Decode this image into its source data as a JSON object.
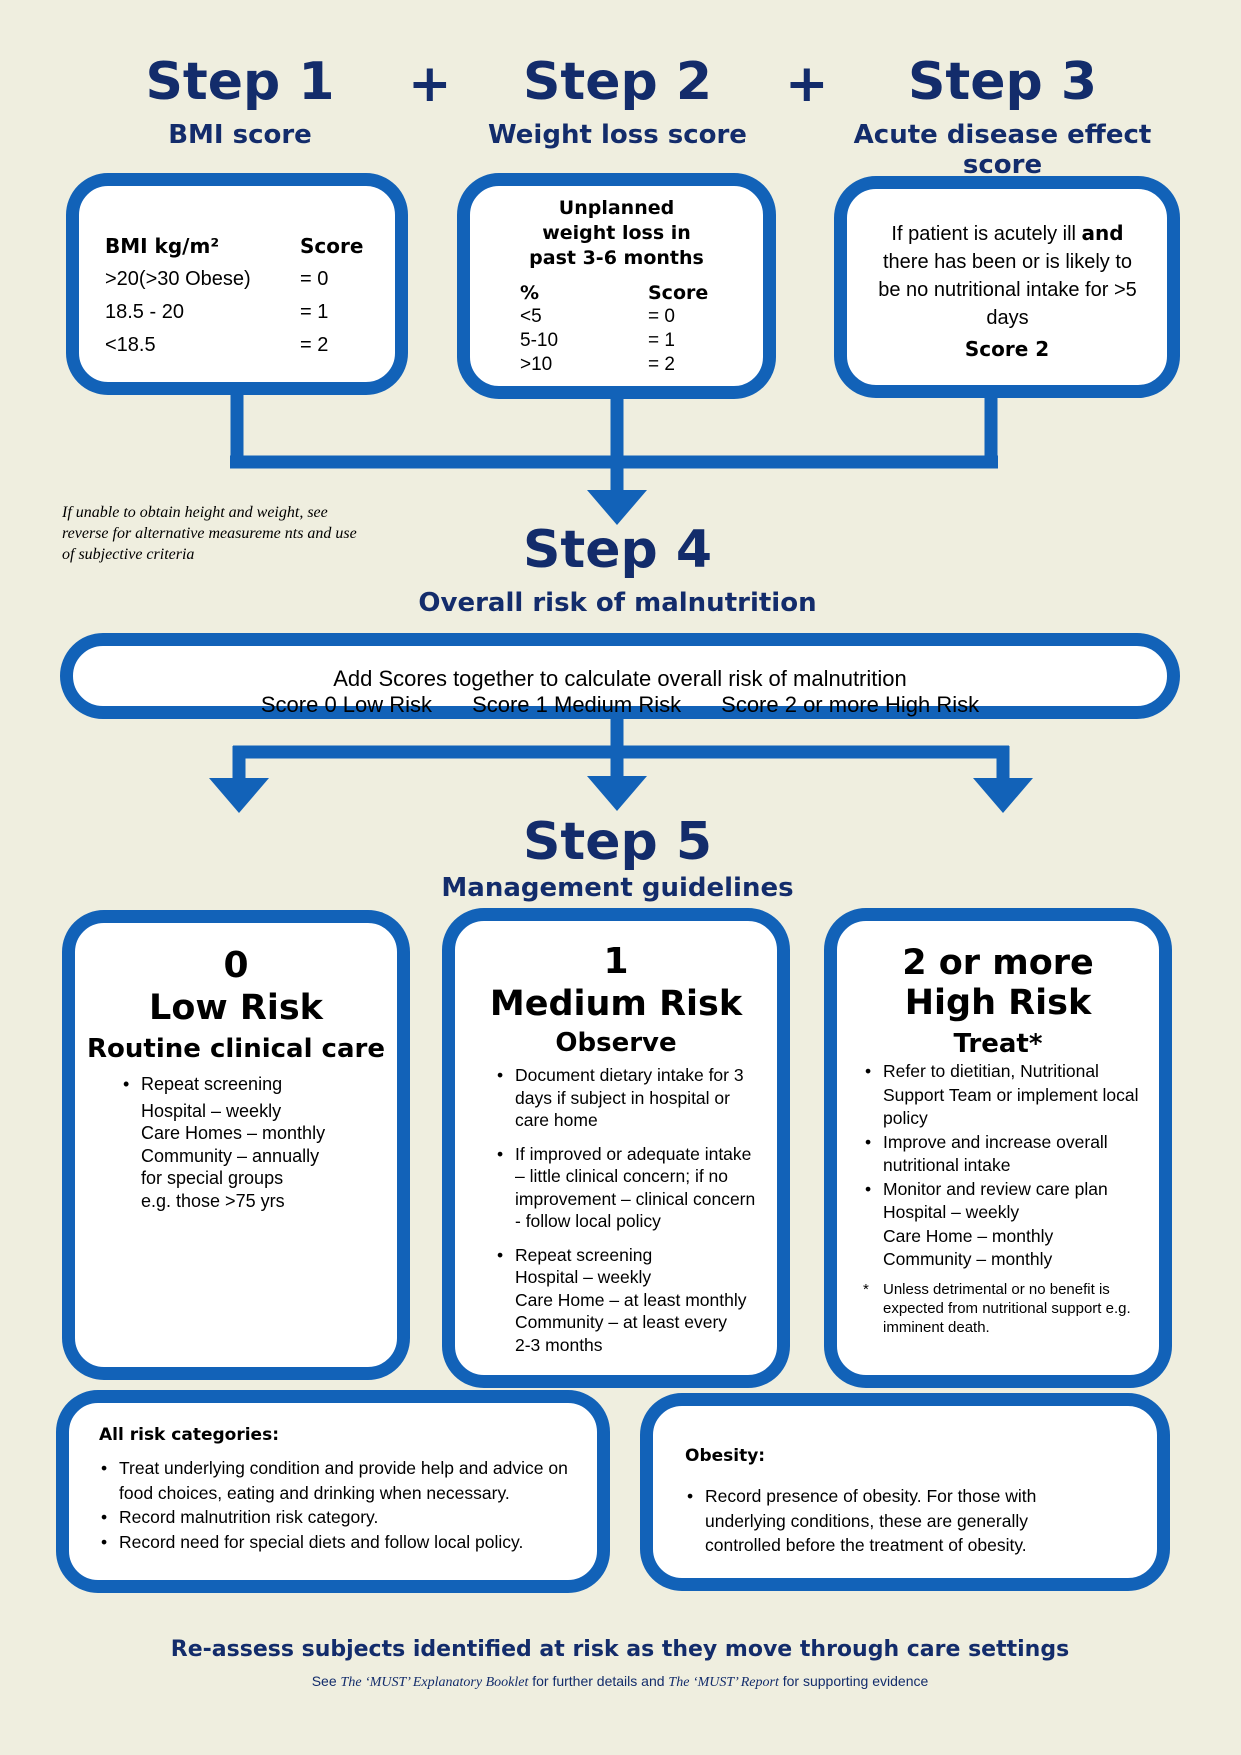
{
  "step1": {
    "title": "Step 1",
    "subtitle": "BMI score",
    "header_left": "BMI kg/m²",
    "header_right": "Score",
    "rows": [
      {
        "range": ">20(>30  Obese)",
        "score": "= 0"
      },
      {
        "range": "18.5 - 20",
        "score": "= 1"
      },
      {
        "range": "<18.5",
        "score": "= 2"
      }
    ]
  },
  "plus": "+",
  "step2": {
    "title": "Step 2",
    "subtitle": "Weight loss score",
    "heading": [
      "Unplanned",
      "weight loss in",
      "past 3-6 months"
    ],
    "header_left": "%",
    "header_right": "Score",
    "rows": [
      {
        "range": "<5",
        "score": "= 0"
      },
      {
        "range": "5-10",
        "score": "= 1"
      },
      {
        "range": ">10",
        "score": "= 2"
      }
    ]
  },
  "step3": {
    "title": "Step 3",
    "subtitle": "Acute disease effect score",
    "text_a": "If patient is acutely ill ",
    "text_bold": "and",
    "text_b": "there has been or is likely to be no nutritional intake for >5 days",
    "score": "Score  2"
  },
  "note": "If unable to obtain height and weight, see reverse for alternative measureme nts and use of subjective criteria",
  "step4": {
    "title": "Step 4",
    "subtitle": "Overall risk of malnutrition",
    "line1": "Add  Scores  together to calculate  overall  risk  of  malnutrition",
    "scores": [
      "Score 0 Low Risk",
      "Score 1 Medium Risk",
      "Score  2  or more  High Risk"
    ]
  },
  "step5": {
    "title": "Step 5",
    "subtitle": "Management guidelines"
  },
  "risk_low": {
    "number": "0",
    "name": "Low Risk",
    "action": "Routine clinical care",
    "bullet": "Repeat  screening",
    "lines": [
      "Hospital  – weekly",
      "Care Homes – monthly",
      "Community – annually",
      "for special groups",
      "e.g.  those >75 yrs"
    ]
  },
  "risk_medium": {
    "number": "1",
    "name": "Medium Risk",
    "action": "Observe",
    "bullets": [
      "Document dietary intake for 3 days if subject in hospital or care home",
      "If improved or adequate intake – little clinical concern; if no improvement – clinical concern - follow local policy",
      "Repeat screening"
    ],
    "lines": [
      "Hospital  –  weekly",
      "Care Home – at least monthly",
      "Community –  at  least  every",
      "2-3 months"
    ]
  },
  "risk_high": {
    "number": "2 or more",
    "name": "High Risk",
    "action": "Treat*",
    "bullets": [
      "Refer  to  dietitian,  Nutritional Support  Team  or  implement local policy",
      "Improve and increase overall nutritional intake",
      "Monitor and review care plan"
    ],
    "lines": [
      "Hospital – weekly",
      "Care Home – monthly",
      "Community  –  monthly"
    ],
    "footnote_mark": "*",
    "footnote": "Unless  detrimental  or  no  benefit is expected from nutritional support e.g. imminent death."
  },
  "all_risk": {
    "title": "All risk categories:",
    "bullets": [
      "Treat underlying condition and provide help and advice on food choices,  eating and drinking when necessary.",
      "Record malnutrition  risk category.",
      "Record need for special diets and follow local policy."
    ]
  },
  "obesity": {
    "title": "Obesity:",
    "bullet": "Record presence of obesity. For those with underlying conditions, these are generally controlled before  the  treatment  of obesity."
  },
  "footer": {
    "main": "Re-assess subjects identified at risk as they move through care settings",
    "see": "See ",
    "booklet": "The  ‘MUST’  Explanatory Booklet",
    "mid": " for further details and ",
    "report": "The  ‘MUST’ Report",
    "end": " for supporting evidence"
  },
  "colors": {
    "frame": "#1262b8",
    "title": "#132c6b",
    "background": "#efeedf"
  }
}
